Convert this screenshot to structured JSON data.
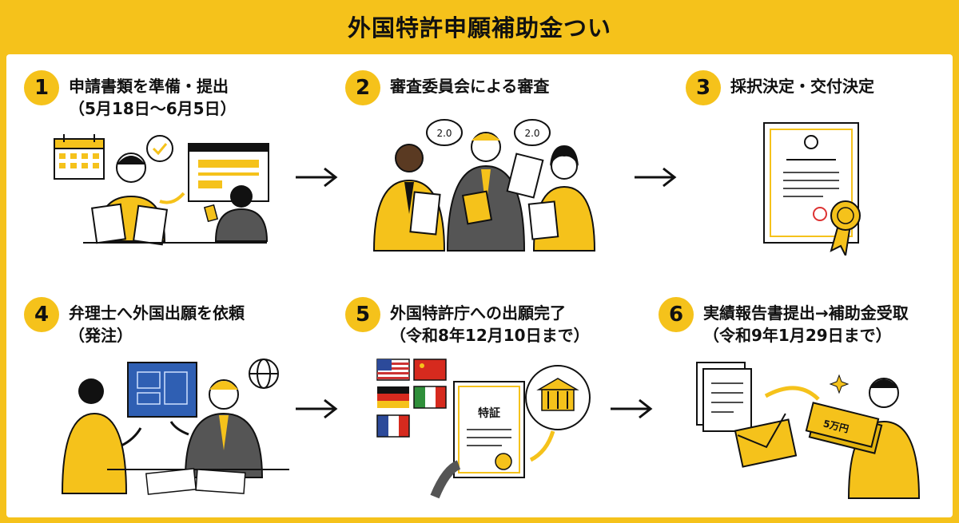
{
  "title": "外国特許申願補助金つい",
  "steps": [
    {
      "number": "1",
      "line1": "申請書類を準備・提出",
      "line2": "（5月18日～6月5日）"
    },
    {
      "number": "2",
      "line1": "審査委員会による審査",
      "line2": ""
    },
    {
      "number": "3",
      "line1": "採択決定・交付決定",
      "line2": ""
    },
    {
      "number": "4",
      "line1": "弁理士へ外国出願を依頼",
      "line2": "（発注）"
    },
    {
      "number": "5",
      "line1": "外国特許庁への出願完了",
      "line2": "（令和8年12月10日まで）"
    },
    {
      "number": "6",
      "line1": "実績報告書提出→補助金受取",
      "line2": "（令和9年1月29日まで）"
    }
  ],
  "illustrations": {
    "score_bubble_left": "2.0",
    "score_bubble_right": "2.0",
    "patent_doc_label": "特証",
    "cash_label": "5万円"
  },
  "colors": {
    "accent": "#f5c21b",
    "ink": "#111111"
  }
}
